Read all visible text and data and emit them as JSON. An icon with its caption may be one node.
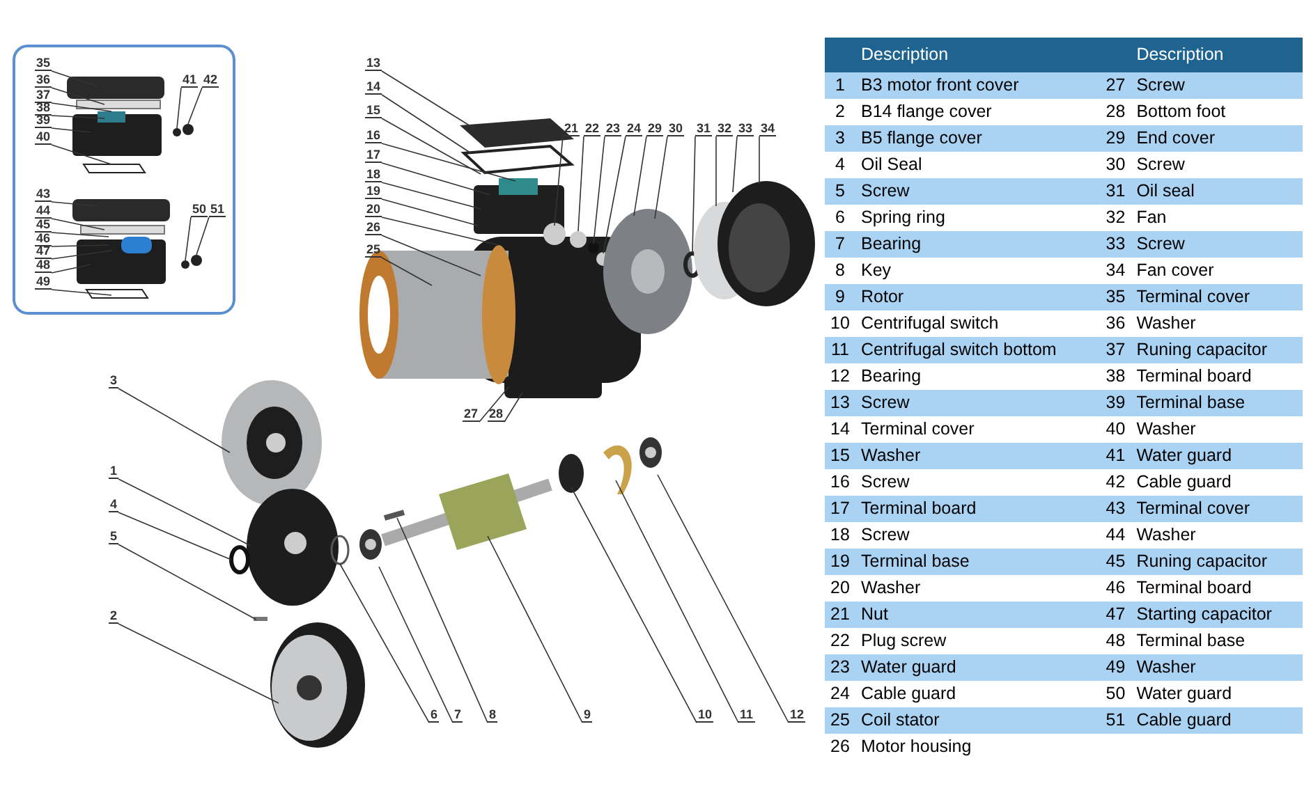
{
  "diagram": {
    "nodes": [
      {
        "text": [
          "35"
        ]
      },
      {
        "text": [
          "36"
        ]
      },
      {
        "text": [
          "37"
        ]
      },
      {
        "text": [
          "38"
        ]
      },
      {
        "text": [
          "39"
        ]
      },
      {
        "text": [
          "40"
        ]
      },
      {
        "text": [
          "41"
        ]
      },
      {
        "text": [
          "42"
        ]
      },
      {
        "text": [
          "43"
        ]
      },
      {
        "text": [
          "44"
        ]
      },
      {
        "text": [
          "45"
        ]
      },
      {
        "text": [
          "46"
        ]
      },
      {
        "text": [
          "47"
        ]
      },
      {
        "text": [
          "48"
        ]
      },
      {
        "text": [
          "49"
        ]
      },
      {
        "text": [
          "50"
        ]
      },
      {
        "text": [
          "51"
        ]
      },
      {
        "text": [
          "13"
        ]
      },
      {
        "text": [
          "14"
        ]
      },
      {
        "text": [
          "15"
        ]
      },
      {
        "text": [
          "16"
        ]
      },
      {
        "text": [
          "17"
        ]
      },
      {
        "text": [
          "18"
        ]
      },
      {
        "text": [
          "19"
        ]
      },
      {
        "text": [
          "20"
        ]
      },
      {
        "text": [
          "26"
        ]
      },
      {
        "text": [
          "25"
        ]
      },
      {
        "text": [
          "21"
        ]
      },
      {
        "text": [
          "22"
        ]
      },
      {
        "text": [
          "23"
        ]
      },
      {
        "text": [
          "24"
        ]
      },
      {
        "text": [
          "29"
        ]
      },
      {
        "text": [
          "30"
        ]
      },
      {
        "text": [
          "31"
        ]
      },
      {
        "text": [
          "32"
        ]
      },
      {
        "text": [
          "33"
        ]
      },
      {
        "text": [
          "34"
        ]
      },
      {
        "text": [
          "27"
        ]
      },
      {
        "text": [
          "28"
        ]
      },
      {
        "text": [
          "3"
        ]
      },
      {
        "text": [
          "1"
        ]
      },
      {
        "text": [
          "4"
        ]
      },
      {
        "text": [
          "5"
        ]
      },
      {
        "text": [
          "2"
        ]
      },
      {
        "text": [
          "6"
        ]
      },
      {
        "text": [
          "7"
        ]
      },
      {
        "text": [
          "8"
        ]
      },
      {
        "text": [
          "9"
        ]
      },
      {
        "text": [
          "10"
        ]
      },
      {
        "text": [
          "11"
        ]
      },
      {
        "text": [
          "12"
        ]
      }
    ],
    "edges": [
      {
        "from": 0,
        "to": null,
        "arrow": "none"
      },
      {
        "from": 1,
        "to": null,
        "arrow": "none"
      },
      {
        "from": 2,
        "to": null,
        "arrow": "none"
      },
      {
        "from": 3,
        "to": null,
        "arrow": "none"
      },
      {
        "from": 4,
        "to": null,
        "arrow": "none"
      },
      {
        "from": 5,
        "to": null,
        "arrow": "none"
      },
      {
        "from": 6,
        "to": null,
        "arrow": "none"
      },
      {
        "from": 7,
        "to": null,
        "arrow": "none"
      },
      {
        "from": 8,
        "to": null,
        "arrow": "none"
      },
      {
        "from": 9,
        "to": null,
        "arrow": "none"
      },
      {
        "from": 10,
        "to": null,
        "arrow": "none"
      },
      {
        "from": 11,
        "to": null,
        "arrow": "none"
      },
      {
        "from": 12,
        "to": null,
        "arrow": "none"
      },
      {
        "from": 13,
        "to": null,
        "arrow": "none"
      },
      {
        "from": 14,
        "to": null,
        "arrow": "none"
      },
      {
        "from": 15,
        "to": null,
        "arrow": "none"
      },
      {
        "from": 16,
        "to": null,
        "arrow": "none"
      },
      {
        "from": 17,
        "to": null,
        "arrow": "none"
      },
      {
        "from": 18,
        "to": null,
        "arrow": "none"
      },
      {
        "from": 19,
        "to": null,
        "arrow": "none"
      },
      {
        "from": 20,
        "to": null,
        "arrow": "none"
      },
      {
        "from": 21,
        "to": null,
        "arrow": "none"
      },
      {
        "from": 22,
        "to": null,
        "arrow": "none"
      },
      {
        "from": 23,
        "to": null,
        "arrow": "none"
      },
      {
        "from": 24,
        "to": null,
        "arrow": "none"
      },
      {
        "from": 25,
        "to": null,
        "arrow": "none"
      },
      {
        "from": 26,
        "to": null,
        "arrow": "none"
      },
      {
        "from": 27,
        "to": null,
        "arrow": "none"
      },
      {
        "from": 28,
        "to": null,
        "arrow": "none"
      },
      {
        "from": 29,
        "to": null,
        "arrow": "none"
      },
      {
        "from": 30,
        "to": null,
        "arrow": "none"
      },
      {
        "from": 31,
        "to": null,
        "arrow": "none"
      },
      {
        "from": 32,
        "to": null,
        "arrow": "none"
      },
      {
        "from": 33,
        "to": null,
        "arrow": "none"
      },
      {
        "from": 34,
        "to": null,
        "arrow": "none"
      },
      {
        "from": 35,
        "to": null,
        "arrow": "none"
      },
      {
        "from": 36,
        "to": null,
        "arrow": "none"
      },
      {
        "from": 37,
        "to": null,
        "arrow": "none"
      },
      {
        "from": 38,
        "to": null,
        "arrow": "none"
      },
      {
        "from": 39,
        "to": null,
        "arrow": "none"
      },
      {
        "from": 40,
        "to": null,
        "arrow": "none"
      },
      {
        "from": 41,
        "to": null,
        "arrow": "none"
      },
      {
        "from": 42,
        "to": null,
        "arrow": "none"
      },
      {
        "from": 43,
        "to": null,
        "arrow": "none"
      },
      {
        "from": 44,
        "to": null,
        "arrow": "none"
      },
      {
        "from": 45,
        "to": null,
        "arrow": "none"
      },
      {
        "from": 46,
        "to": null,
        "arrow": "none"
      },
      {
        "from": 47,
        "to": null,
        "arrow": "none"
      },
      {
        "from": 48,
        "to": null,
        "arrow": "none"
      },
      {
        "from": 49,
        "to": null,
        "arrow": "none"
      },
      {
        "from": 50,
        "to": null,
        "arrow": "none"
      }
    ],
    "labels": [
      "Description",
      "Description",
      "1",
      "B3 motor front cover",
      "27",
      "Screw",
      "2",
      "B14 flange cover",
      "28",
      "Bottom foot",
      "3",
      "B5 flange cover",
      "29",
      "End cover",
      "4",
      "Oil Seal",
      "30",
      "Screw",
      "5",
      "Screw",
      "31",
      "Oil seal",
      "6",
      "Spring ring",
      "32",
      "Fan",
      "7",
      "Bearing",
      "33",
      "Screw",
      "8",
      "Key",
      "34",
      "Fan cover",
      "9",
      "Rotor",
      "35",
      "Terminal cover",
      "10",
      "Centrifugal switch",
      "36",
      "Washer",
      "11",
      "Centrifugal switch bottom",
      "37",
      "Runing capacitor",
      "12",
      "Bearing",
      "38",
      "Terminal board",
      "13",
      "Screw",
      "39",
      "Terminal base",
      "14",
      "Terminal cover",
      "40",
      "Washer",
      "15",
      "Washer",
      "41",
      "Water guard",
      "16",
      "Screw",
      "42",
      "Cable guard",
      "17",
      "Terminal board",
      "43",
      "Terminal cover",
      "18",
      "Screw",
      "44",
      "Washer",
      "19",
      "Terminal base",
      "45",
      "Runing capacitor",
      "20",
      "Washer",
      "46",
      "Terminal board",
      "21",
      "Nut",
      "47",
      "Starting capacitor",
      "22",
      "Plug screw",
      "48",
      "Terminal base",
      "23",
      "Water guard",
      "49",
      "Washer",
      "24",
      "Cable guard",
      "50",
      "Water guard",
      "25",
      "Coil stator",
      "51",
      "Cable guard",
      "26",
      "Motor housing"
    ]
  }
}
